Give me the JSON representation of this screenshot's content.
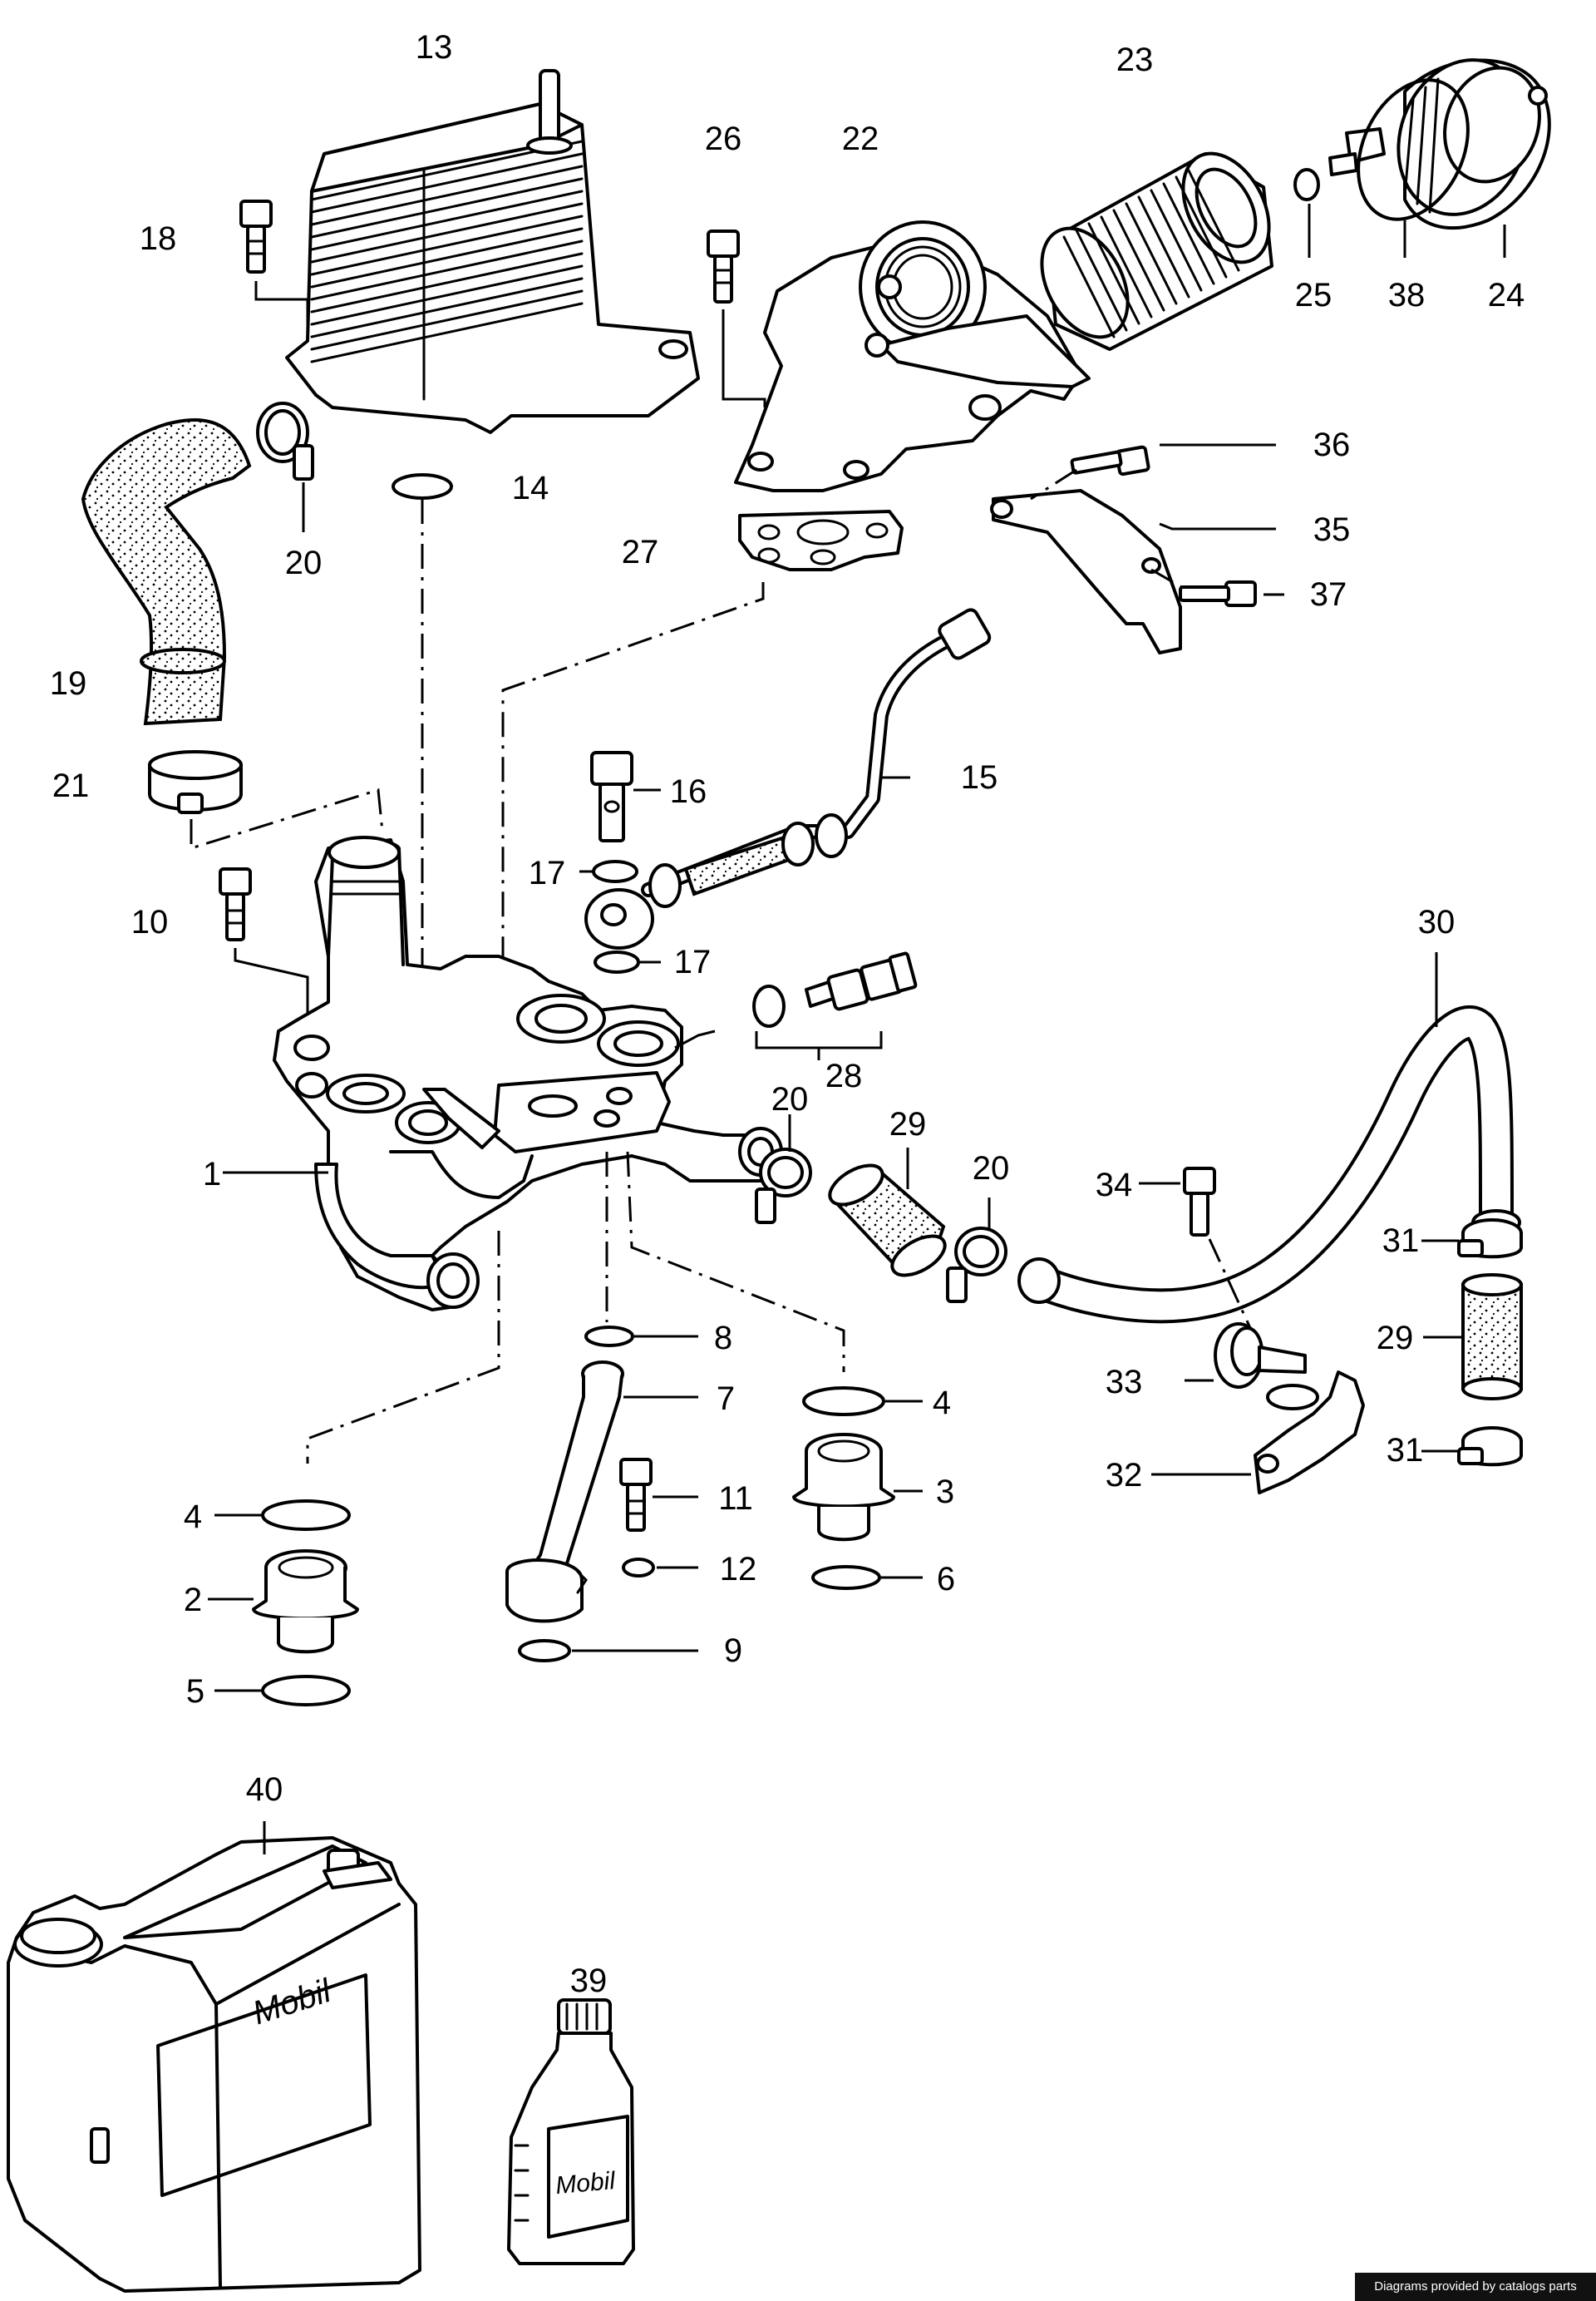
{
  "diagram": {
    "callouts": {
      "n1": "1",
      "n2": "2",
      "n3": "3",
      "n4": "4",
      "n5": "5",
      "n6": "6",
      "n7": "7",
      "n8": "8",
      "n9": "9",
      "n10": "10",
      "n11": "11",
      "n12": "12",
      "n13": "13",
      "n14": "14",
      "n15": "15",
      "n16": "16",
      "n17": "17",
      "n18": "18",
      "n19": "19",
      "n20": "20",
      "n21": "21",
      "n22": "22",
      "n23": "23",
      "n24": "24",
      "n25": "25",
      "n26": "26",
      "n27": "27",
      "n28": "28",
      "n29": "29",
      "n30": "30",
      "n31": "31",
      "n32": "32",
      "n33": "33",
      "n34": "34",
      "n35": "35",
      "n36": "36",
      "n37": "37",
      "n38": "38",
      "n39": "39",
      "n40": "40"
    },
    "brand_label": "Mobil"
  },
  "footer": {
    "credit": "Diagrams provided by catalogs parts"
  }
}
